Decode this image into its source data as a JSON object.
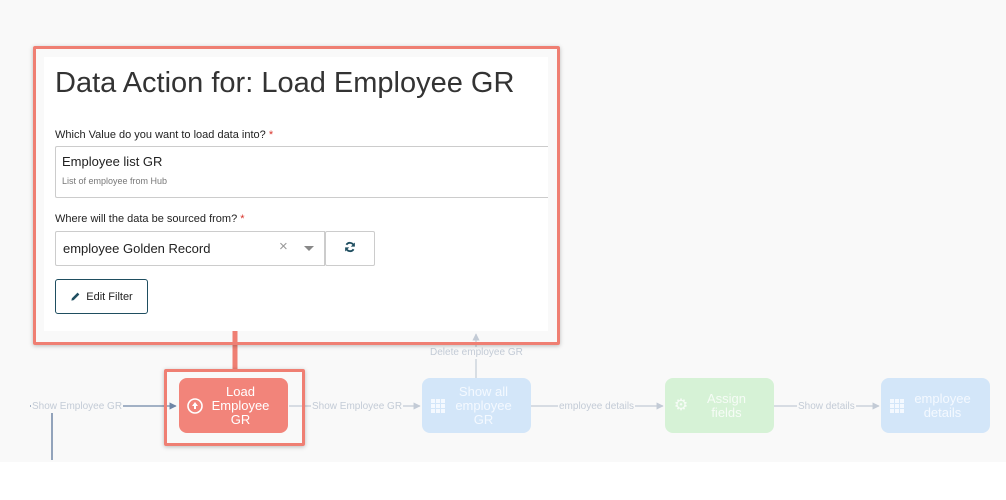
{
  "dialog": {
    "title": "Data Action for: Load Employee GR",
    "value_label": "Which Value do you want to load data into?",
    "value_required": "*",
    "value_main": "Employee list GR",
    "value_description": "List of employee from Hub",
    "source_label": "Where will the data be sourced from?",
    "source_required": "*",
    "source_value": "employee Golden Record",
    "clear_glyph": "×",
    "edit_filter_label": "Edit Filter"
  },
  "flow": {
    "edge_labels": {
      "show_employee_gr_in": "Show Employee GR",
      "show_employee_gr_out": "Show Employee GR",
      "delete_employee_gr": "Delete employee GR",
      "employee_details": "employee details",
      "show_details": "Show details"
    },
    "nodes": {
      "load_employee_gr": "Load Employee GR",
      "show_all_employee_gr": "Show all employee GR",
      "assign_fields": "Assign fields",
      "employee_details": "employee details"
    }
  },
  "colors": {
    "highlight": "#ef7f73",
    "load_node": "#f2847a",
    "page_node": "#d3e6f9",
    "step_node": "#d6f2d6",
    "edit_button_border": "#1f4e60"
  },
  "icons": {
    "load_node": "upload-circle-icon",
    "page_nodes": "grid-icon",
    "assign_node": "gear-icon",
    "refresh": "refresh-icon",
    "edit": "pencil-icon"
  }
}
